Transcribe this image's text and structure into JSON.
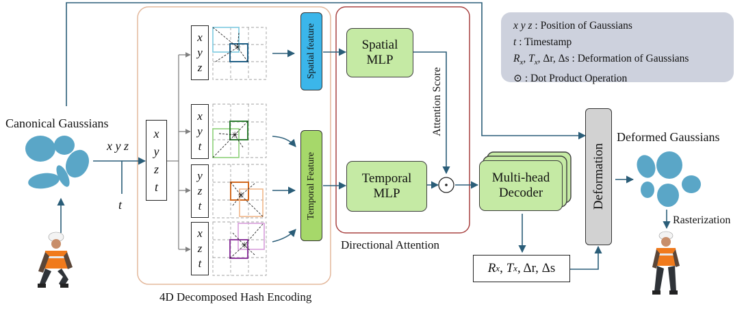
{
  "labels": {
    "canonical_title": "Canonical Gaussians",
    "xyz_label": "x y z",
    "t_label": "t",
    "hash_title": "4D Decomposed Hash Encoding",
    "attn_title": "Directional Attention",
    "deformed_title": "Deformed Gaussians",
    "rasterization": "Rasterization"
  },
  "input_coords": [
    "x",
    "y",
    "z",
    "t"
  ],
  "planes": [
    {
      "coords": [
        "x",
        "y",
        "z"
      ],
      "color": "#3c8ab0"
    },
    {
      "coords": [
        "x",
        "y",
        "t"
      ],
      "color": "#2e7d32"
    },
    {
      "coords": [
        "y",
        "z",
        "t"
      ],
      "color": "#d2691e"
    },
    {
      "coords": [
        "x",
        "z",
        "t"
      ],
      "color": "#8e3a9e"
    }
  ],
  "features": {
    "spatial": "Spatial feature",
    "temporal": "Temporal Feature"
  },
  "mlps": {
    "spatial": [
      "Spatial",
      "MLP"
    ],
    "temporal": [
      "Temporal",
      "MLP"
    ]
  },
  "attention_score": "Attention Score",
  "dot_symbol": "⊙",
  "decoder": [
    "Multi-head",
    "Decoder"
  ],
  "deformation": "Deformation",
  "outputs": {
    "R": "R",
    "R_sub": "x",
    "T": "T",
    "T_sub": "x",
    "rest": ", Δr, Δs"
  },
  "legend": {
    "row1_sym": "x y z",
    "row1_text": " : Position of Gaussians",
    "row2_sym": "t",
    "row2_text": " : Timestamp",
    "row3_sym": "R",
    "row3_sub": "x",
    "row3_mid": ", T",
    "row3_sub2": "x",
    "row3_tail": ", Δr, Δs",
    "row3_text": " : Deformation of Gaussians",
    "row4_sym": "⊙",
    "row4_text": " : Dot Product Operation"
  },
  "colors": {
    "arrow": "#2a5d78",
    "hash_border": "#e3b89c",
    "attn_border": "#a94342",
    "mlp_fill": "#c5eaa4",
    "spatial_feature_fill": "#3bb6ea",
    "temporal_feature_fill": "#a6d86a",
    "gaussian": "#5aa6c7",
    "legend_bg": "#cdd1dd",
    "deformation_fill": "#d2d2d2"
  }
}
